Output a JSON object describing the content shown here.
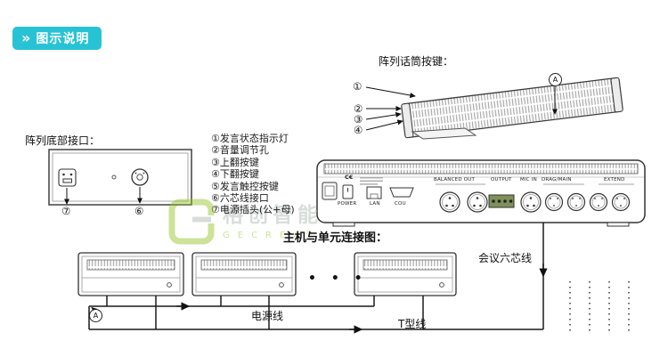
{
  "badge": {
    "label": "图示说明"
  },
  "icons": {
    "badge_chevron": "»"
  },
  "sections": {
    "mic_buttons_label": "阵列话筒按键：",
    "bottom_ports_label": "阵列底部接口：",
    "connection_title": "主机与单元连接图："
  },
  "legend": {
    "items": [
      "①发言状态指示灯",
      "②音量调节孔",
      "③上翻按键",
      "④下翻按键",
      "⑤发言触控按键",
      "⑥六芯线接口",
      "⑦电源插头(公+母)"
    ]
  },
  "callouts": {
    "c1": "①",
    "c2": "②",
    "c3": "③",
    "c4": "④",
    "c6": "⑥",
    "c7": "⑦",
    "a": "A"
  },
  "host": {
    "ce_mark": "C€",
    "labels": {
      "power": "POWER",
      "lan": "LAN",
      "cou": "COU",
      "balanced": "BALANCED OUT",
      "output": "OUTPUT",
      "mic_in": "MIC IN",
      "drag_main": "DRAG/MAIN",
      "extend": "EXTEND"
    }
  },
  "cables": {
    "power": "电源线",
    "t_type": "T型线",
    "six_core": "会议六芯线"
  },
  "units_ellipsis": "• • •",
  "watermark": {
    "cn": "格创智能",
    "en": "GECREAT"
  }
}
